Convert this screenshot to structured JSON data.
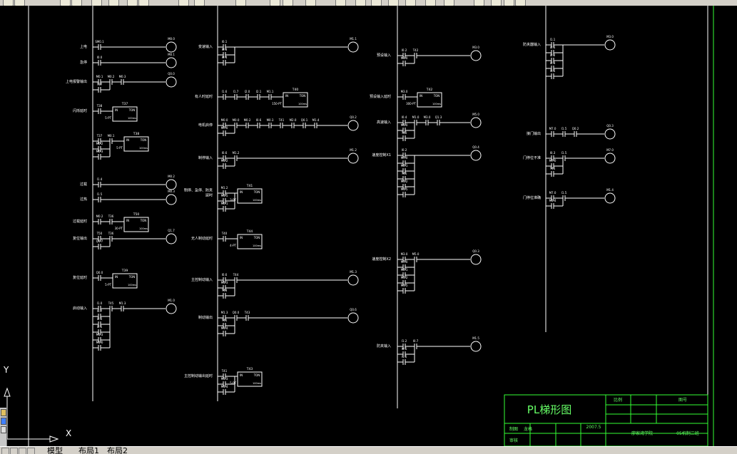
{
  "app": {
    "ucs_y": "Y",
    "ucs_x": "X"
  },
  "tabs": [
    "模型",
    "布局1",
    "布局2"
  ],
  "colors": {
    "line": "#ffffff",
    "text": "#ffffff",
    "title": "#66ff66",
    "frame": "#33ff33",
    "bg": "#000000"
  },
  "icons": [
    "new-icon",
    "open-icon",
    "save-icon",
    "print-icon",
    "cut-icon",
    "copy-icon",
    "paste-icon",
    "undo-icon",
    "redo-icon",
    "pan-icon",
    "zoom-icon",
    "properties-icon",
    "layer-icon",
    "help-icon"
  ],
  "columns": [
    {
      "id": "c1",
      "rungs": [
        {
          "comment": "上电",
          "contacts": [
            "SM0.1"
          ],
          "coil": "M0.0"
        },
        {
          "comment": "急停",
          "contacts": [
            "I0.0"
          ],
          "coil": "M0.1"
        },
        {
          "comment": "上电报警输出",
          "contacts": [
            "M0.1",
            "M0.2",
            "M0.3"
          ],
          "coil": "Q0.0",
          "branch": [
            "T37"
          ]
        },
        {
          "comment": "闪烁延时",
          "contacts": [
            "T38"
          ],
          "timer": {
            "name": "T37",
            "pt": "5",
            "base": "100ms"
          }
        },
        {
          "comment": "",
          "contacts": [
            "T37",
            "M0.1"
          ],
          "timer": {
            "name": "T38",
            "pt": "5",
            "base": "100ms"
          },
          "branch": [
            "M0.2",
            "M0.3"
          ]
        },
        {
          "comment": "过载",
          "contacts": [
            "I1.4"
          ],
          "coil": "M0.2"
        },
        {
          "comment": "过热",
          "contacts": [
            "I1.5"
          ],
          "coil": "M0.3"
        },
        {
          "comment": "过载延时",
          "contacts": [
            "M0.2",
            "T36"
          ],
          "timer": {
            "name": "T50",
            "pt": "30",
            "base": "100ms"
          }
        },
        {
          "comment": "复位输出",
          "contacts": [
            "T50",
            "T36"
          ],
          "coil": "Q1.7",
          "branch": [
            "Q1.7"
          ]
        },
        {
          "comment": "复位延时",
          "contacts": [
            "Q0.0"
          ],
          "timer": {
            "name": "T39",
            "pt": "5",
            "base": "100ms"
          }
        },
        {
          "comment": "启动输入",
          "contacts": [
            "I1.0",
            "T45",
            "M1.3"
          ],
          "coil": "M1.0",
          "branch": [
            "I1.7",
            "I2.0",
            "I2.1",
            "M1.3",
            "M1.0"
          ]
        }
      ]
    },
    {
      "id": "c2",
      "rungs": [
        {
          "comment": "变速输入",
          "contacts": [
            "I0.1"
          ],
          "coil": "M1.1",
          "branch": [
            "I0.3",
            "I0.4"
          ]
        },
        {
          "comment": "有人时延时",
          "contacts": [
            "I1.6",
            "I1.7",
            "I2.0",
            "I2.1",
            "M1.1"
          ],
          "timer": {
            "name": "T40",
            "pt": "150",
            "base": "100ms"
          }
        },
        {
          "comment": "电机启停",
          "contacts": [
            "M0.0",
            "M0.0",
            "M0.2",
            "I0.6",
            "M0.3",
            "T41",
            "M2.0",
            "Q0.1",
            "M1.4"
          ],
          "coil": "Q0.2",
          "branch": [
            "M7.0"
          ]
        },
        {
          "comment": "制停输入",
          "contacts": [
            "I0.6",
            "M1.2"
          ],
          "coil": "M1.2",
          "branch": [
            "M1.2"
          ]
        },
        {
          "comment": "制停、急停、防夹延时",
          "contacts": [
            "M1.2"
          ],
          "timer": {
            "name": "T41",
            "pt": "3",
            "base": "100ms"
          },
          "branch": [
            "M1.5",
            "M0.1"
          ]
        },
        {
          "comment": "无人制动延时",
          "contacts": [
            "T40"
          ],
          "timer": {
            "name": "T44",
            "pt": "4",
            "base": "100ms"
          }
        },
        {
          "comment": "主控制动输入",
          "contacts": [
            "I0.6",
            "T44"
          ],
          "coil": "M1.3",
          "branch": [
            "M1.3",
            "T43"
          ]
        },
        {
          "comment": "制动输出",
          "contacts": [
            "M1.3",
            "Q0.0",
            "T43"
          ],
          "coil": "Q0.6",
          "branch": [
            "T41",
            "M1.4"
          ]
        },
        {
          "comment": "主控制动输出延时",
          "contacts": [
            "T41"
          ],
          "timer": {
            "name": "T43",
            "pt": "5",
            "base": "100ms"
          },
          "branch": [
            "M1.3",
            "M1.4"
          ]
        }
      ]
    },
    {
      "id": "c3",
      "rungs": [
        {
          "comment": "预设输入",
          "contacts": [
            "I0.2",
            "T42"
          ],
          "coil": "M3.0",
          "branch": [
            "M3.0"
          ]
        },
        {
          "comment": "预设输入延时",
          "contacts": [
            "M3.0"
          ],
          "timer": {
            "name": "T42",
            "pt": "300",
            "base": "100ms"
          }
        },
        {
          "comment": "高速输入",
          "contacts": [
            "I0.4",
            "M1.0",
            "M3.0",
            "Q1.3"
          ],
          "coil": "M5.0",
          "branch": [
            "M5.0",
            "T40"
          ]
        },
        {
          "comment": "速度控制X1",
          "contacts": [
            "I0.2"
          ],
          "coil": "Q0.4",
          "branch": [
            "M7.0",
            "M0.1",
            "T41",
            "M1.2",
            "M1.5"
          ]
        },
        {
          "comment": "速度控制X2",
          "contacts": [
            "M3.0",
            "M5.0"
          ],
          "coil": "Q0.3",
          "branch": [
            "M7.0",
            "M0.1",
            "M1.2",
            "M1.5"
          ]
        },
        {
          "comment": "防夹输入",
          "contacts": [
            "I1.2",
            "I0.7"
          ],
          "coil": "M1.5",
          "branch": [
            "I0.5",
            "I1.6"
          ]
        }
      ]
    },
    {
      "id": "c4",
      "rungs": [
        {
          "comment": "防夹器输入",
          "contacts": [
            "I1.1"
          ],
          "coil": "M3.0",
          "branch": [
            "I2.5",
            "I2.2",
            "I2.3",
            "I3.6"
          ]
        },
        {
          "comment": "接门输出",
          "contacts": [
            "M7.0",
            "I1.5",
            "Q0.2"
          ],
          "coil": "Q0.3"
        },
        {
          "comment": "门停位不准",
          "contacts": [
            "I0.3",
            "I1.5"
          ],
          "coil": "M7.0",
          "branch": [
            "M7.0",
            "T45"
          ]
        },
        {
          "comment": "门停位准确",
          "contacts": [
            "M7.0",
            "I1.5"
          ],
          "coil": "M1.4",
          "branch": [
            "M1.4"
          ]
        }
      ]
    }
  ],
  "title_block": {
    "title": "PL梯形图",
    "scale_label": "比例",
    "drawing_no_label": "图号",
    "drawn_label": "制图",
    "drawn_name": "龙格",
    "date": "2007.5",
    "school": "廖家湾学院",
    "class": "05机制二班",
    "check_label": "审核"
  }
}
